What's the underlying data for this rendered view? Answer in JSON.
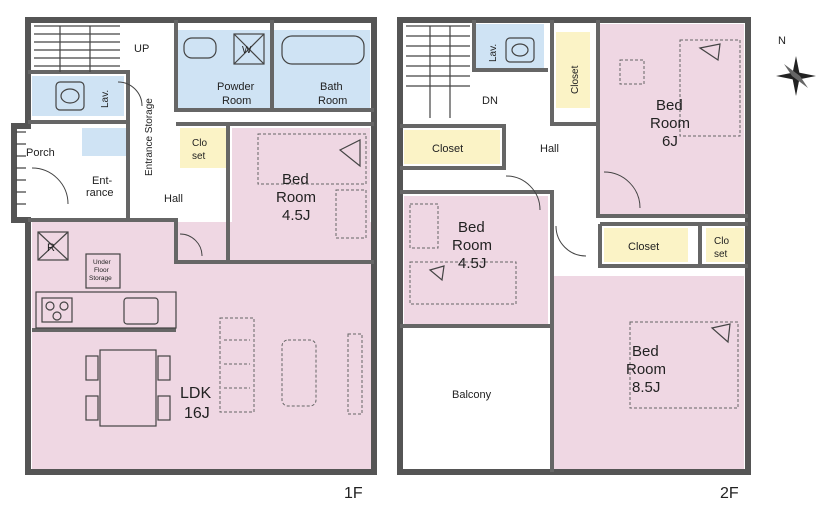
{
  "floor1": {
    "label": "1F",
    "rooms": {
      "up": "UP",
      "lav": "Lav.",
      "powder_line1": "Powder",
      "powder_line2": "Room",
      "w": "W",
      "bath_line1": "Bath",
      "bath_line2": "Room",
      "porch": "Porch",
      "entrance_line1": "Ent-",
      "entrance_line2": "rance",
      "entrance_storage": "Entrance Storage",
      "closet_line1": "Clo",
      "closet_line2": "set",
      "hall": "Hall",
      "bed_line1": "Bed",
      "bed_line2": "Room",
      "bed_size": "4.5J",
      "r": "R",
      "underfloor_line1": "Under",
      "underfloor_line2": "Floor",
      "underfloor_line3": "Storage",
      "ldk_line1": "LDK",
      "ldk_size": "16J"
    }
  },
  "floor2": {
    "label": "2F",
    "rooms": {
      "dn": "DN",
      "lav": "Lav.",
      "closet_vertical": "Closet",
      "bed6_line1": "Bed",
      "bed6_line2": "Room",
      "bed6_size": "6J",
      "closet_left": "Closet",
      "hall": "Hall",
      "bed45_line1": "Bed",
      "bed45_line2": "Room",
      "bed45_size": "4.5J",
      "closet_right": "Closet",
      "closet_small_line1": "Clo",
      "closet_small_line2": "set",
      "balcony": "Balcony",
      "bed85_line1": "Bed",
      "bed85_line2": "Room",
      "bed85_size": "8.5J"
    }
  },
  "compass": {
    "north": "N"
  },
  "colors": {
    "room_fill": "#efd7e3",
    "wet_fill": "#cfe3f4",
    "closet_fill": "#fbf3c6",
    "wall": "#555555"
  }
}
